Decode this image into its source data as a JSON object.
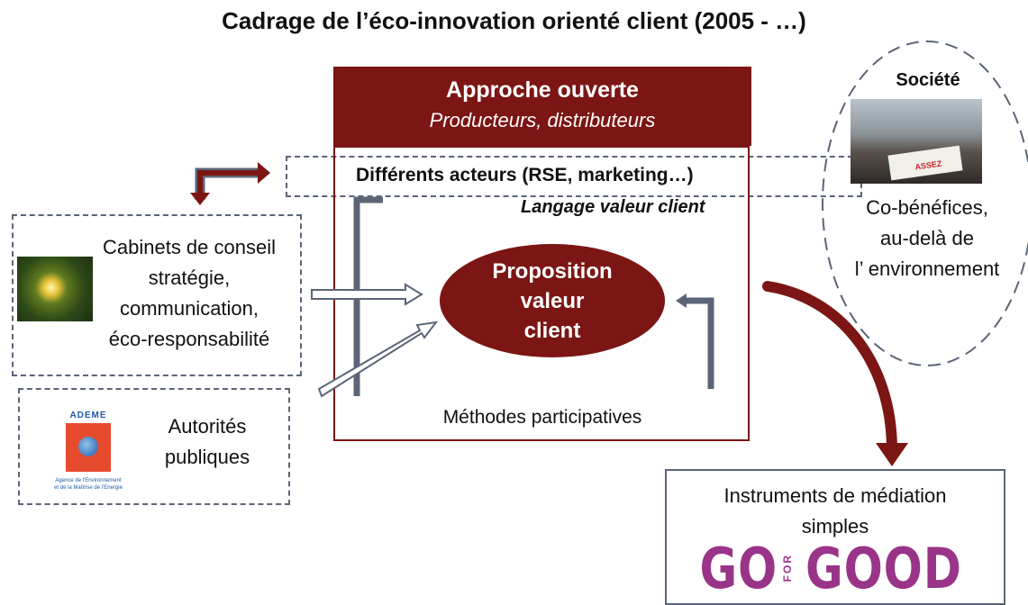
{
  "title": "Cadrage de l’éco-innovation orienté client (2005 - …)",
  "approche": {
    "heading": "Approche ouverte",
    "subtitle": "Producteurs, distributeurs"
  },
  "acteurs_label": "Différents acteurs (RSE, marketing…)",
  "langage_label": "Langage valeur client",
  "proposition": "Proposition\nvaleur\nclient",
  "methodes_label": "Méthodes participatives",
  "cabinets_text": "Cabinets de conseil\nstratégie,\ncommunication,\néco-responsabilité",
  "autorites_text": "Autorités\npubliques",
  "ademe": {
    "name": "ADEME",
    "subtitle": "Agence de l'Environnement\net de la Maîtrise de l'Energie"
  },
  "societe": {
    "title": "Société",
    "text": "Co-bénéfices,\nau-delà de\nl’ environnement",
    "banner": "ASSEZ"
  },
  "instruments": {
    "text": "Instruments de médiation\nsimples",
    "logo_left": "GO",
    "logo_mid": "FOR",
    "logo_right": "GOOD"
  },
  "colors": {
    "dark_red": "#7b1614",
    "slate": "#5b6577",
    "purple": "#9a3488"
  }
}
